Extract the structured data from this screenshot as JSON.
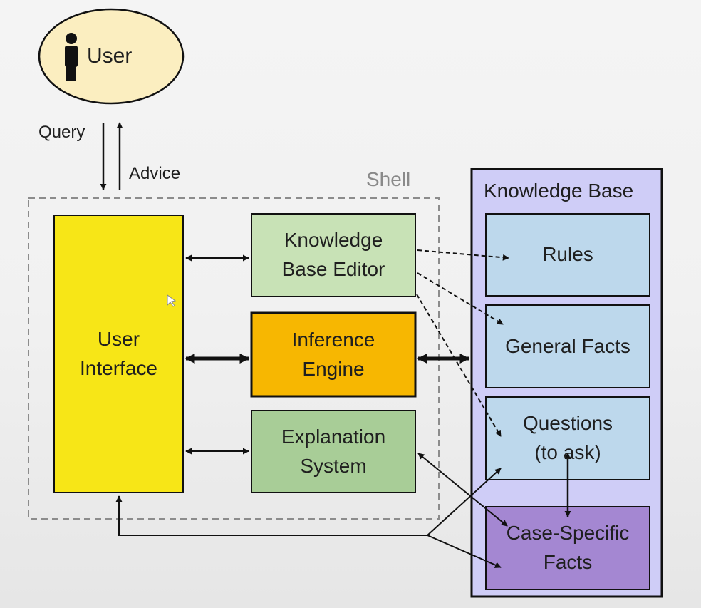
{
  "user": {
    "label": "User"
  },
  "flows": {
    "query": "Query",
    "advice": "Advice"
  },
  "shell": {
    "label": "Shell"
  },
  "knowledge_base": {
    "title": "Knowledge Base",
    "rules": "Rules",
    "general_facts": "General Facts",
    "questions": "Questions\n(to ask)",
    "case_specific_facts": "Case-Specific\nFacts"
  },
  "components": {
    "user_interface": "User\nInterface",
    "kb_editor": "Knowledge\nBase Editor",
    "inference_engine": "Inference\nEngine",
    "explanation_system": "Explanation\nSystem"
  },
  "colors": {
    "user_fill": "#fbeec0",
    "user_interface_fill": "#f7e617",
    "kb_editor_fill": "#c8e2b6",
    "inference_engine_fill": "#f7b701",
    "explanation_system_fill": "#a8cd97",
    "kb_fill": "#cfcdf7",
    "kb_item_fill": "#bdd8ec",
    "case_facts_fill": "#a487d2",
    "shell_border": "#8c8c8c"
  }
}
